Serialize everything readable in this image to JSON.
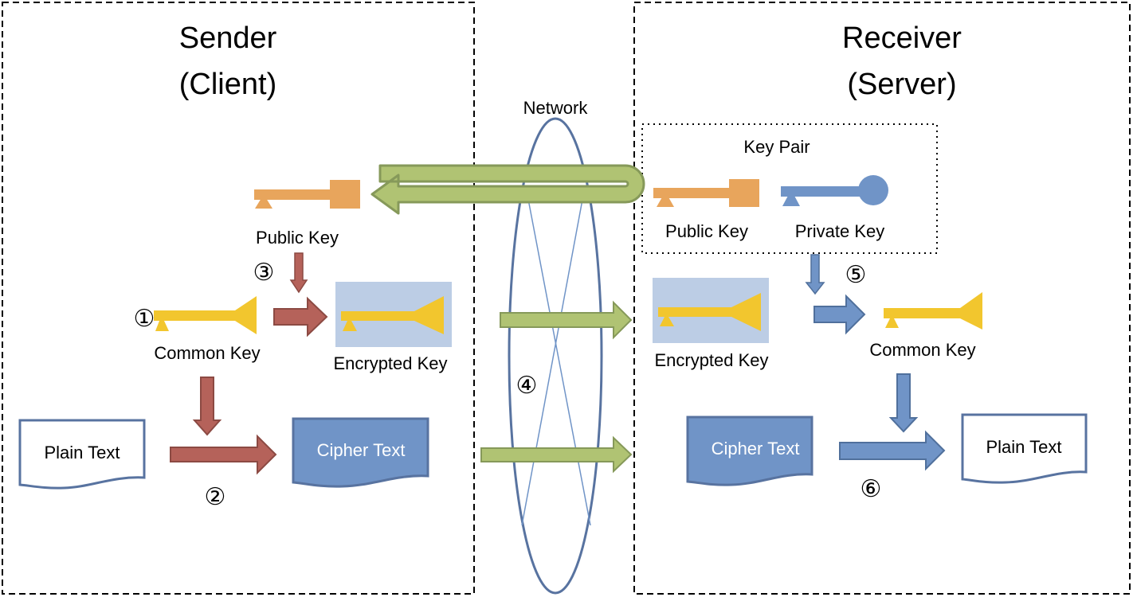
{
  "sender": {
    "title": "Sender",
    "subtitle": "(Client)"
  },
  "receiver": {
    "title": "Receiver",
    "subtitle": "(Server)"
  },
  "network": {
    "label": "Network"
  },
  "key_pair": {
    "label": "Key Pair",
    "public_key_label": "Public Key",
    "private_key_label": "Private Key"
  },
  "sender_items": {
    "public_key_label": "Public Key",
    "common_key_label": "Common Key",
    "encrypted_key_label": "Encrypted Key",
    "plain_text_label": "Plain Text",
    "cipher_text_label": "Cipher Text"
  },
  "receiver_items": {
    "encrypted_key_label": "Encrypted Key",
    "common_key_label": "Common Key",
    "cipher_text_label": "Cipher Text",
    "plain_text_label": "Plain Text"
  },
  "steps": {
    "step1": "①",
    "step2": "②",
    "step3": "③",
    "step4": "④",
    "step5": "⑤",
    "step6": "⑥"
  },
  "colors": {
    "public_key": "#e8a55c",
    "private_key": "#7094c7",
    "common_key": "#f2c62e",
    "encrypted_bg": "#bccde5",
    "red_arrow": "#b5625a",
    "red_arrow_stroke": "#8c4a43",
    "blue_arrow": "#7094c7",
    "blue_arrow_stroke": "#50709c",
    "green_arrow": "#b0c373",
    "green_arrow_stroke": "#86995a",
    "network": "#5873a0",
    "doc_stroke": "#5873a0",
    "cipher_fill": "#7094c7"
  }
}
